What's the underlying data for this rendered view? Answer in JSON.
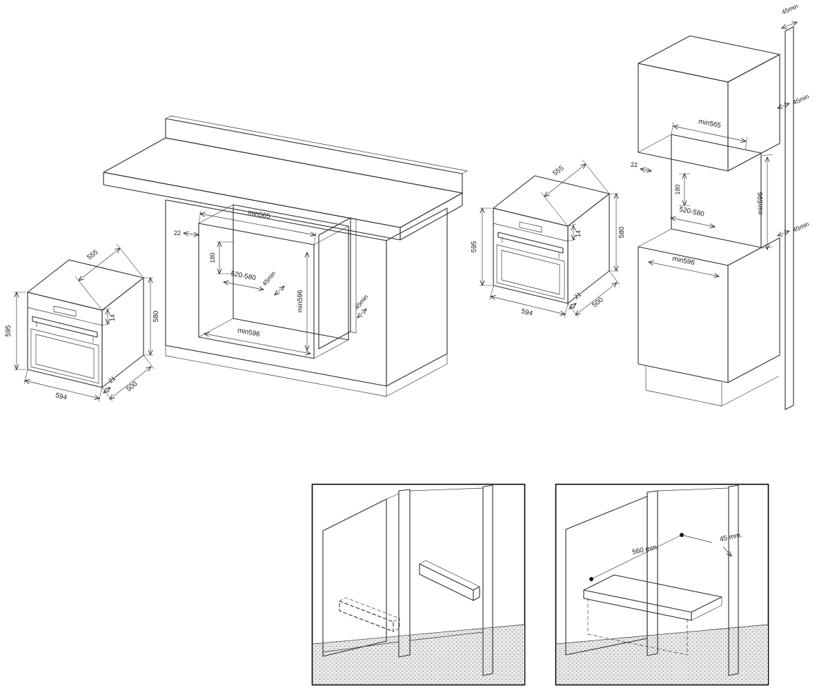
{
  "drawing": {
    "oven_left": {
      "height": "595",
      "depth_top": "555",
      "panel_height": "14",
      "door_height": "580",
      "width": "594",
      "edge": "21",
      "depth_bottom": "500"
    },
    "oven_right": {
      "height": "595",
      "depth_top": "555",
      "panel_height": "14",
      "door_height": "580",
      "width": "594",
      "edge": "21",
      "depth_bottom": "500"
    },
    "counter_niche": {
      "min_width_top": "min565",
      "panel_thickness": "22",
      "top_offset": "180",
      "height_range": "520-580",
      "vent_back": "45min",
      "min_height": "min596",
      "min_width_bottom": "min596",
      "vent_side": "45min"
    },
    "tall_niche": {
      "vent_top": "45min",
      "min_width_top": "min565",
      "panel_thickness": "22",
      "top_offset": "180",
      "height_range": "520-580",
      "vent_upper": "45min",
      "min_height": "min596",
      "min_width_bottom": "min596",
      "vent_lower": "45min"
    },
    "details": {
      "rail_width": "560 mm.",
      "rail_offset": "45 mm."
    }
  }
}
